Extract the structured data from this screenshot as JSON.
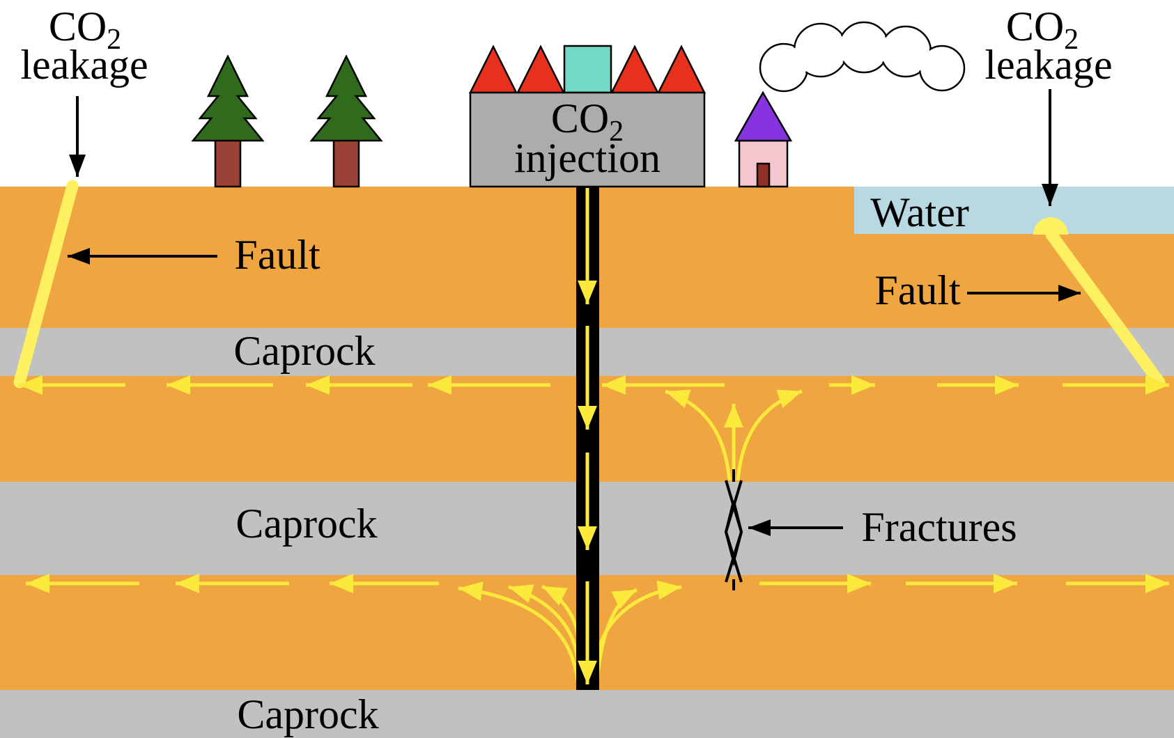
{
  "title": "CO2 injection and leakage diagram",
  "labels": {
    "co2_leakage": {
      "main": "CO",
      "sub": "2",
      "line2": "leakage"
    },
    "co2_injection": {
      "main": "CO",
      "sub": "2",
      "line2": "injection"
    },
    "fault_left": "Fault",
    "fault_right": "Fault",
    "water": "Water",
    "fractures": "Fractures",
    "caprock_layers": [
      "Caprock",
      "Caprock",
      "Caprock"
    ]
  },
  "colors": {
    "sky": "#FFFFFF",
    "ground": "#F0A640",
    "caprock": "#C1C1C1",
    "water": "#B8D8E2",
    "flow_yellow": "#FBE93C",
    "fault_yellow": "#FDF162",
    "well_black": "#000000",
    "label_black": "#000000",
    "factory_gray": "#ACACAC",
    "roof_red": "#E8301F",
    "chimney_teal": "#72DBC8",
    "tree_green": "#2F6A1D",
    "trunk_brown": "#9B4136",
    "house_pink": "#F4C7CF",
    "house_roof_purple": "#8733E0",
    "door_red": "#8F2F28"
  }
}
